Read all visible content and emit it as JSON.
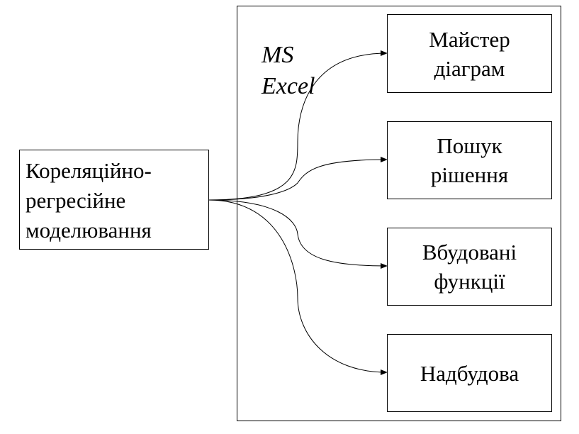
{
  "container": {
    "title_line1": "MS",
    "title_line2": "Excel"
  },
  "source": {
    "lines": [
      "Кореляційно-",
      "регресійне",
      "моделювання"
    ]
  },
  "targets": [
    {
      "lines": [
        "Майстер",
        "діаграм"
      ]
    },
    {
      "lines": [
        "Пошук",
        "рішення"
      ]
    },
    {
      "lines": [
        "Вбудовані",
        "функції"
      ]
    },
    {
      "lines": [
        "Надбудова"
      ]
    }
  ]
}
